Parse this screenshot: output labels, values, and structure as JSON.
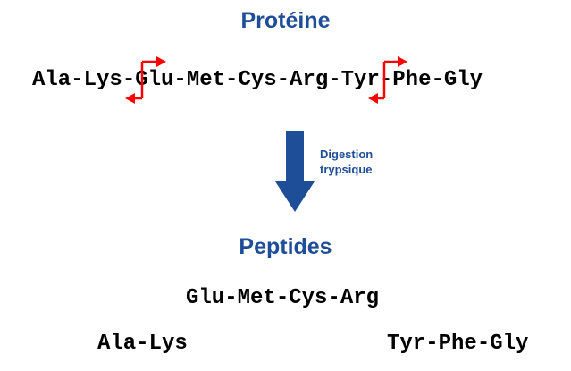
{
  "protein": {
    "title": "Protéine",
    "sequence": "Ala-Lys-Glu-Met-Cys-Arg-Tyr-Phe-Gly"
  },
  "digestion": {
    "line1": "Digestion",
    "line2": "trypsique"
  },
  "peptides": {
    "title": "Peptides",
    "middle": "Glu-Met-Cys-Arg",
    "left": "Ala-Lys",
    "right": "Tyr-Phe-Gly"
  },
  "colors": {
    "heading": "#1f4e99",
    "arrow": "#1f4e99",
    "cleavage_marker": "#ff0000",
    "text": "#000000"
  },
  "icons": {
    "cleavage_marker": "cleavage-arrow-icon",
    "flow_arrow": "down-arrow-icon"
  }
}
